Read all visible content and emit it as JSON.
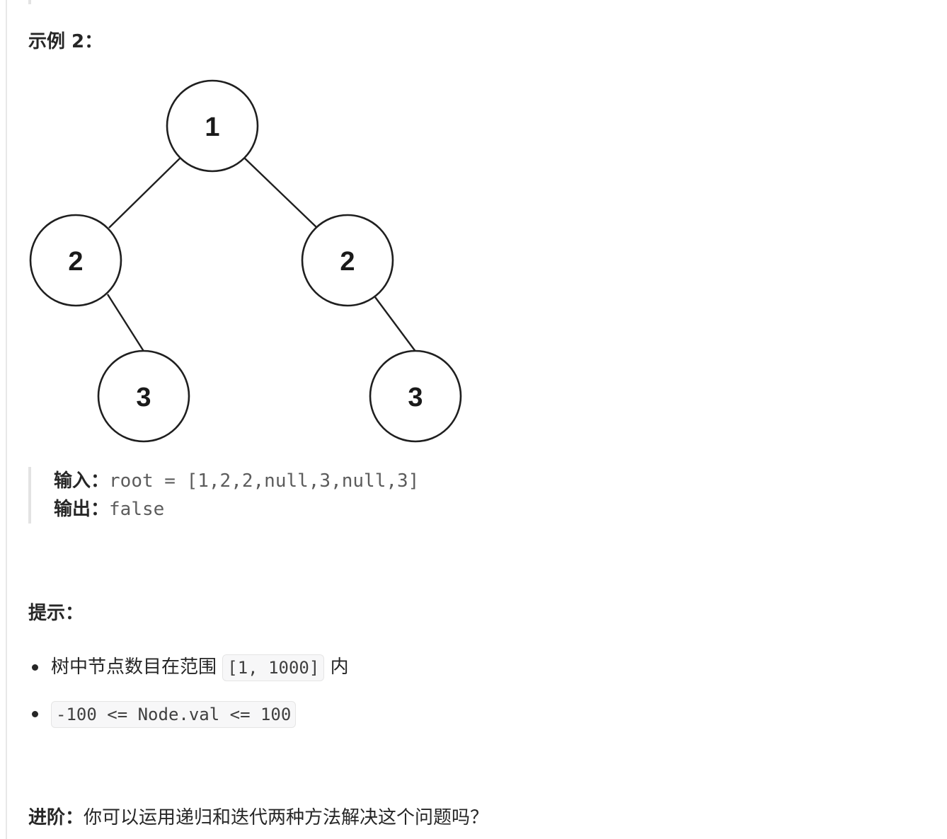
{
  "example2": {
    "heading": "示例 2：",
    "input_label": "输入：",
    "input_value": "root = [1,2,2,null,3,null,3]",
    "output_label": "输出：",
    "output_value": "false"
  },
  "tree": {
    "nodes": [
      {
        "id": "root",
        "value": "1"
      },
      {
        "id": "left",
        "value": "2"
      },
      {
        "id": "right",
        "value": "2"
      },
      {
        "id": "left-right",
        "value": "3"
      },
      {
        "id": "right-right",
        "value": "3"
      }
    ],
    "edges": [
      [
        "root",
        "left"
      ],
      [
        "root",
        "right"
      ],
      [
        "left",
        "left-right"
      ],
      [
        "right",
        "right-right"
      ]
    ]
  },
  "hints": {
    "heading": "提示：",
    "item1_prefix": "树中节点数目在范围",
    "item1_code": "[1, 1000]",
    "item1_suffix": "内",
    "item2_code": "-100 <= Node.val <= 100"
  },
  "followup": {
    "label": "进阶：",
    "text": "你可以运用递归和迭代两种方法解决这个问题吗？"
  }
}
